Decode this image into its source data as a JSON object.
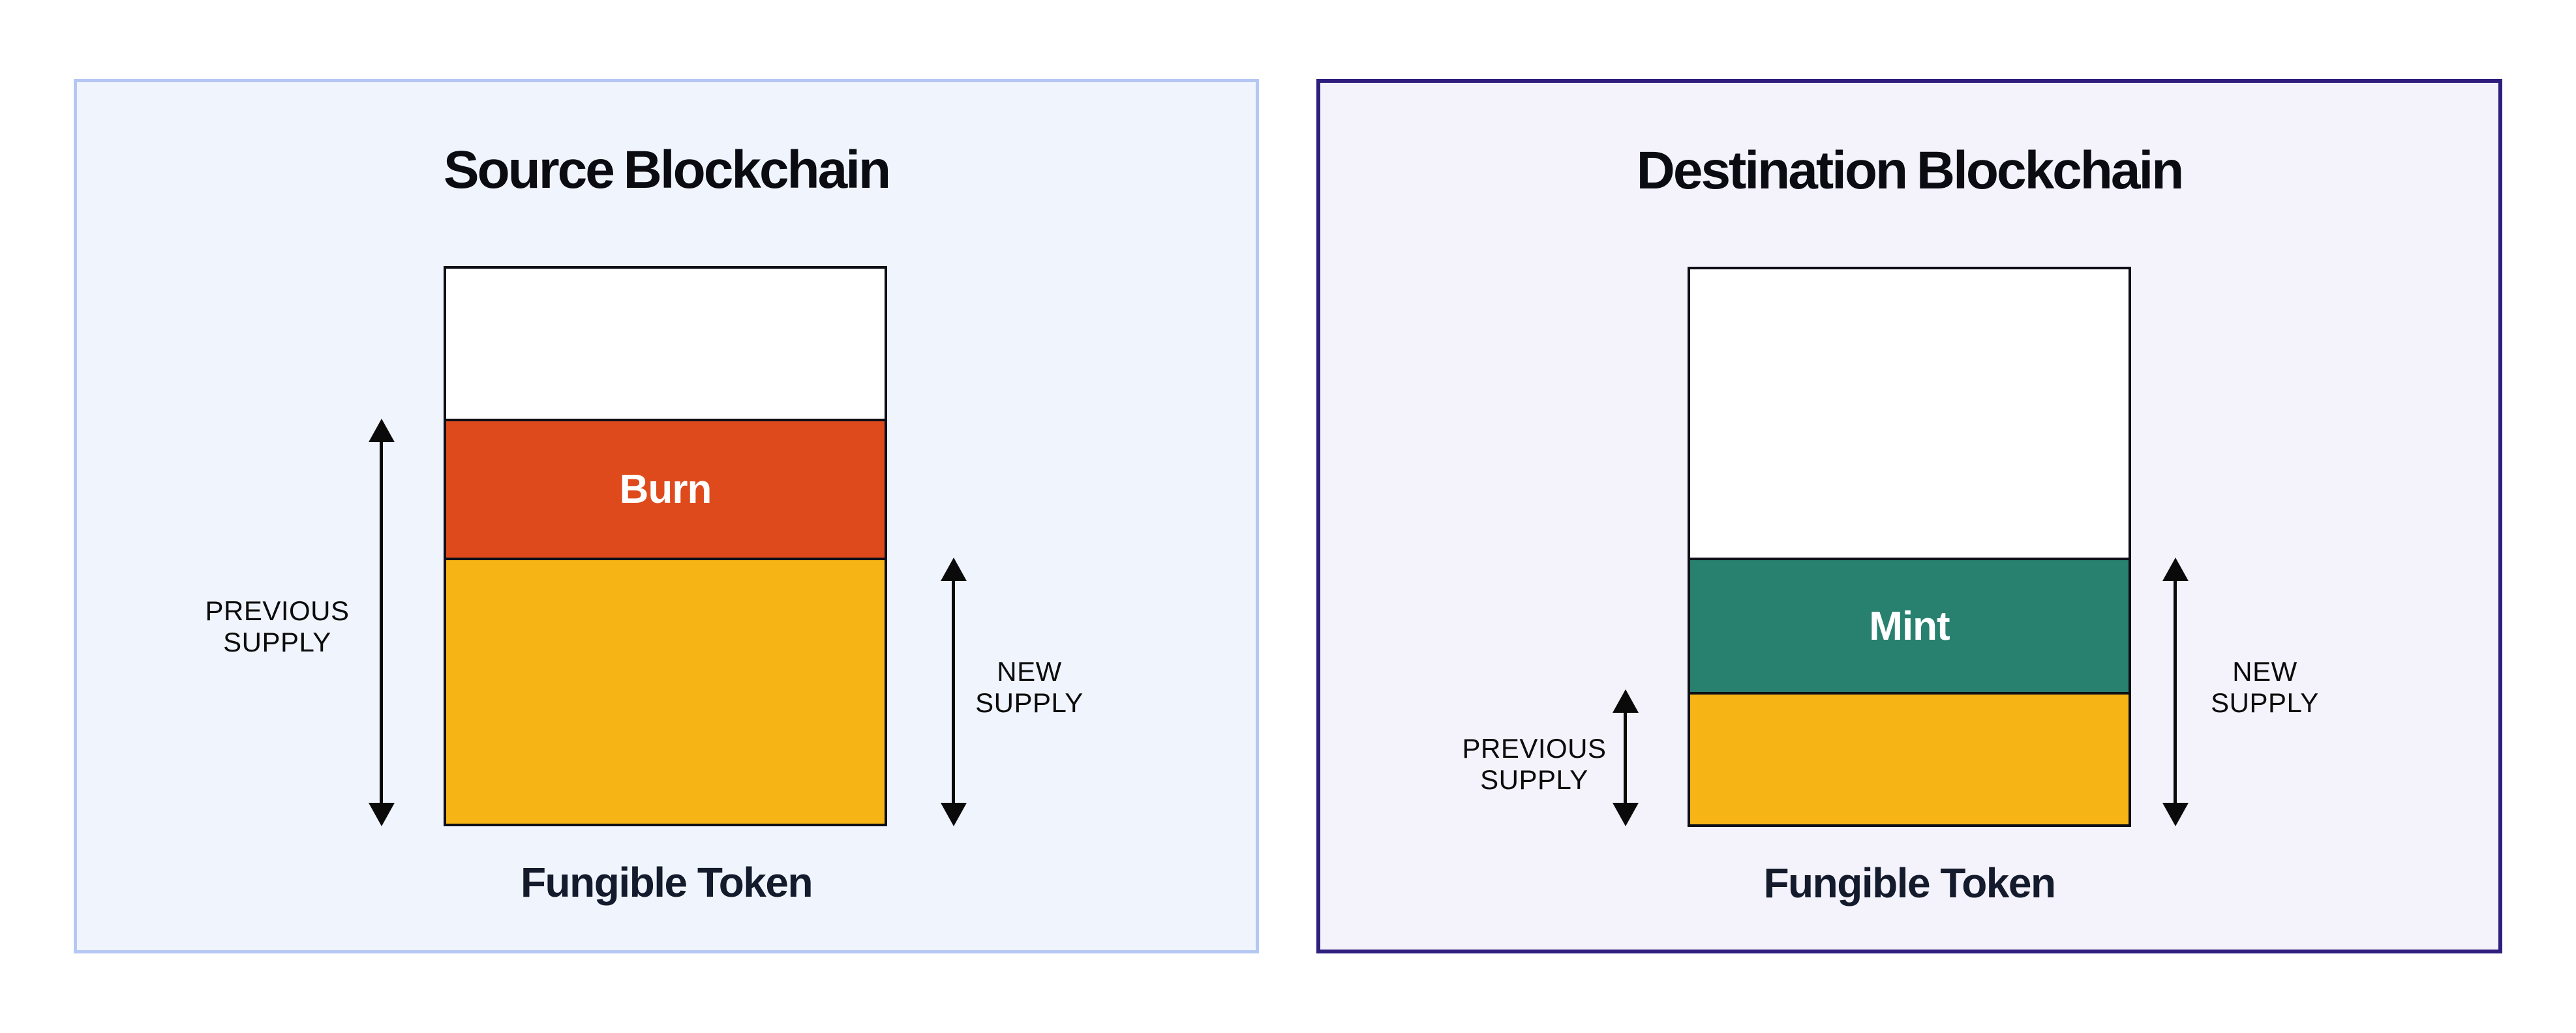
{
  "colors": {
    "burn": "#DF4A1D",
    "mint": "#28806F",
    "supply_yellow": "#F6B515",
    "bar_outline": "#0E0E16",
    "arrow_black": "#0A0A0A",
    "left_panel_bg": "#F0F4FC",
    "left_panel_border": "#B5C7F3",
    "right_panel_bg": "#F4F2FA",
    "right_panel_border": "#2F1E7D"
  },
  "left_panel": {
    "title": "Source Blockchain",
    "bar": {
      "burn_label": "Burn",
      "segments": [
        "empty",
        "burn",
        "previous-remaining-supply"
      ]
    },
    "previous_supply_label": "PREVIOUS\nSUPPLY",
    "new_supply_label": "NEW\nSUPPLY",
    "token_label": "Fungible Token"
  },
  "right_panel": {
    "title": "Destination Blockchain",
    "bar": {
      "mint_label": "Mint",
      "segments": [
        "empty",
        "mint",
        "previous-supply"
      ]
    },
    "previous_supply_label": "PREVIOUS\nSUPPLY",
    "new_supply_label": "NEW\nSUPPLY",
    "token_label": "Fungible Token"
  }
}
